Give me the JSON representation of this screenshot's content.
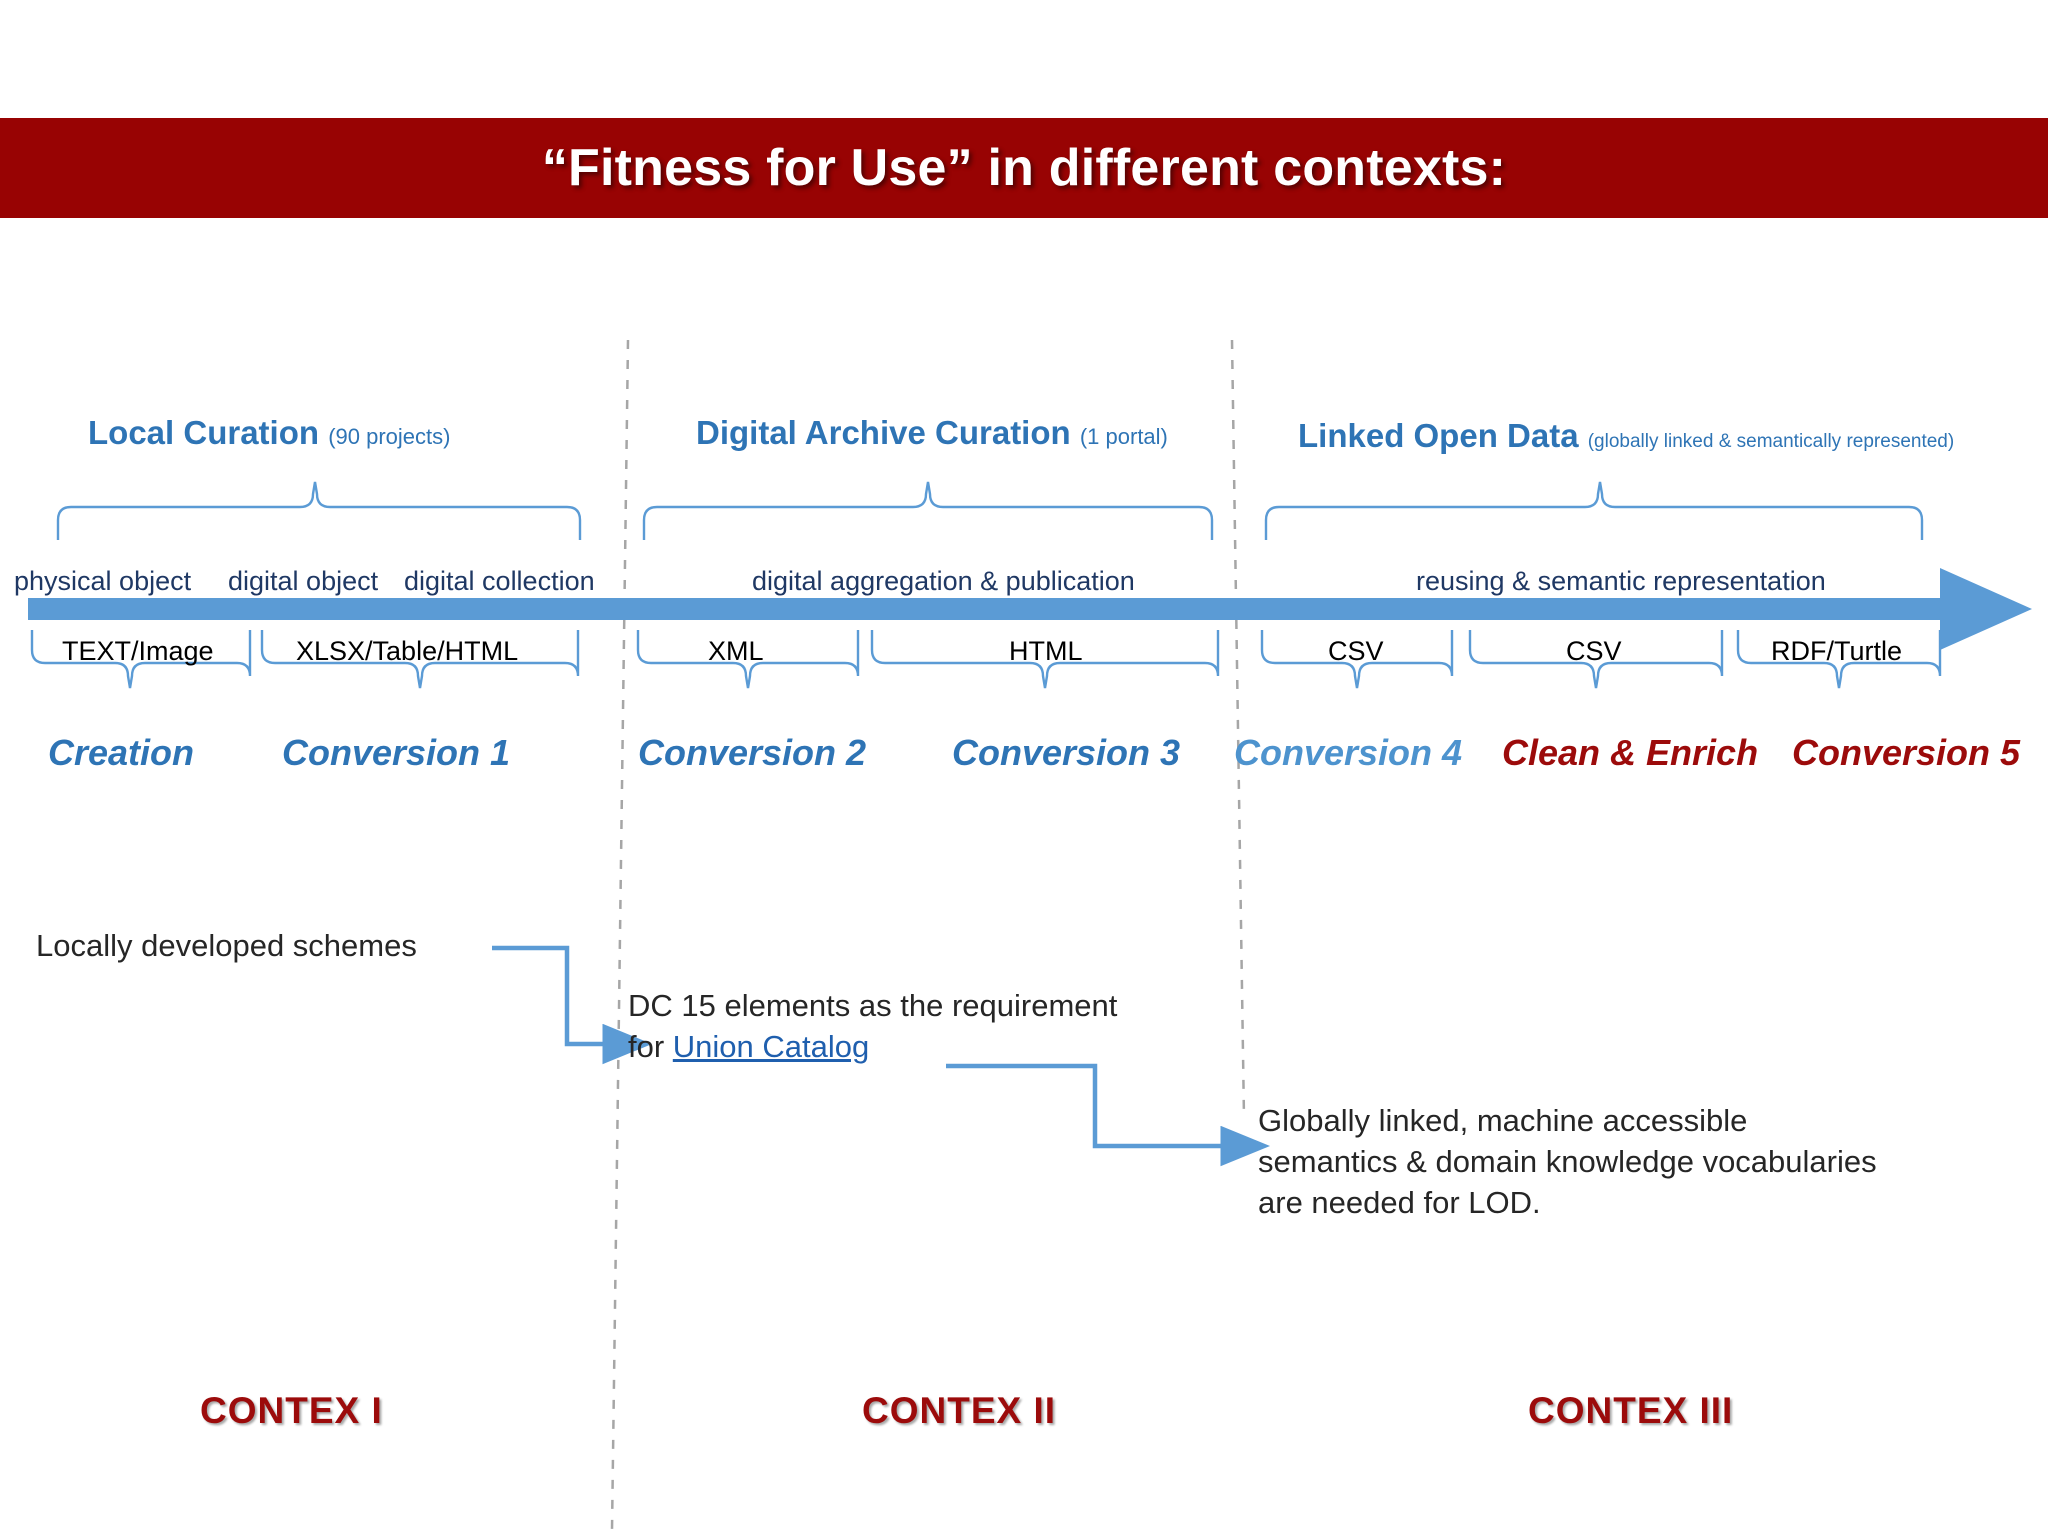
{
  "slide": {
    "title": "“Fitness for Use” in different contexts:",
    "title_bar_color": "#980303",
    "background": "#ffffff",
    "accent_blue": "#2E74B5",
    "arrow_color": "#5B9BD5",
    "dark_red": "#9C0B0B"
  },
  "sections": [
    {
      "id": "context-1",
      "heading": "Local Curation",
      "heading_note": "(90 projects)",
      "context_label": "CONTEX  I"
    },
    {
      "id": "context-2",
      "heading": "Digital Archive Curation",
      "heading_note": "(1 portal)",
      "context_label": "CONTEX  II"
    },
    {
      "id": "context-3",
      "heading": "Linked Open Data",
      "heading_note": "(globally linked & semantically represented)",
      "context_label": "CONTEX  III"
    }
  ],
  "stage_labels": [
    {
      "id": "physical-object",
      "text": "physical object"
    },
    {
      "id": "digital-object",
      "text": "digital object"
    },
    {
      "id": "digital-collection",
      "text": "digital collection"
    },
    {
      "id": "digital-aggregation",
      "text": "digital aggregation & publication"
    },
    {
      "id": "reusing-semantic",
      "text": "reusing & semantic representation"
    }
  ],
  "format_labels": [
    {
      "id": "fmt-text-image",
      "text": "TEXT/Image"
    },
    {
      "id": "fmt-xlsx",
      "text": "XLSX/Table/HTML"
    },
    {
      "id": "fmt-xml",
      "text": "XML"
    },
    {
      "id": "fmt-html",
      "text": "HTML"
    },
    {
      "id": "fmt-csv-1",
      "text": "CSV"
    },
    {
      "id": "fmt-csv-2",
      "text": "CSV"
    },
    {
      "id": "fmt-rdf-turtle",
      "text": "RDF/Turtle"
    }
  ],
  "process_labels": [
    {
      "id": "creation",
      "text": "Creation",
      "color": "blue"
    },
    {
      "id": "conversion-1",
      "text": "Conversion 1",
      "color": "blue"
    },
    {
      "id": "conversion-2",
      "text": "Conversion 2",
      "color": "blue"
    },
    {
      "id": "conversion-3",
      "text": "Conversion 3",
      "color": "blue"
    },
    {
      "id": "conversion-4",
      "text": "Conversion 4",
      "color": "light-blue"
    },
    {
      "id": "clean-enrich",
      "text": "Clean & Enrich",
      "color": "dark-red"
    },
    {
      "id": "conversion-5",
      "text": "Conversion 5",
      "color": "dark-red"
    }
  ],
  "callouts": {
    "local_schemes": "Locally developed schemes",
    "dc15_line1": "DC 15 elements as the requirement",
    "dc15_line2_prefix": "for ",
    "dc15_link": "Union Catalog",
    "lod_line1": "Globally linked, machine accessible",
    "lod_line2": "semantics & domain knowledge vocabularies",
    "lod_line3": "are needed for LOD."
  }
}
